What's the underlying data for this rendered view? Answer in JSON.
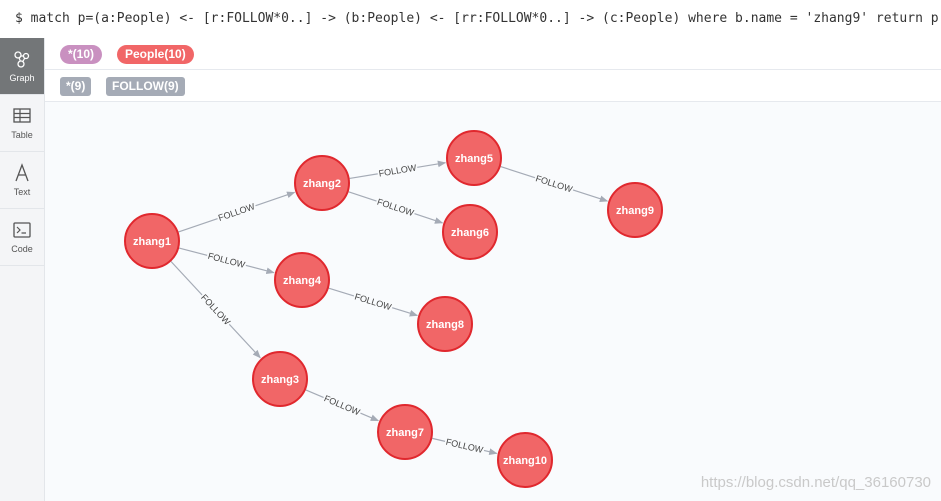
{
  "query": "$ match p=(a:People) <- [r:FOLLOW*0..] -> (b:People) <- [rr:FOLLOW*0..] -> (c:People) where b.name = 'zhang9' return p",
  "sidebar": {
    "items": [
      {
        "label": "Graph",
        "icon": "graph-icon",
        "active": true
      },
      {
        "label": "Table",
        "icon": "table-icon",
        "active": false
      },
      {
        "label": "Text",
        "icon": "text-icon",
        "active": false
      },
      {
        "label": "Code",
        "icon": "code-icon",
        "active": false
      }
    ]
  },
  "legend": {
    "node_labels": [
      {
        "text": "*(10)",
        "color": "#c990c0"
      },
      {
        "text": "People(10)",
        "color": "#f16667"
      }
    ],
    "relationship_types": [
      {
        "text": "*(9)",
        "color": "#a5abb6"
      },
      {
        "text": "FOLLOW(9)",
        "color": "#a5abb6"
      }
    ]
  },
  "graph": {
    "node_color": "#f16667",
    "node_border": "#e0282e",
    "edge_color": "#a5abb6",
    "nodes": [
      {
        "id": "zhang1"
      },
      {
        "id": "zhang2"
      },
      {
        "id": "zhang3"
      },
      {
        "id": "zhang4"
      },
      {
        "id": "zhang5"
      },
      {
        "id": "zhang6"
      },
      {
        "id": "zhang7"
      },
      {
        "id": "zhang8"
      },
      {
        "id": "zhang9"
      },
      {
        "id": "zhang10"
      }
    ],
    "edges": [
      {
        "from": "zhang1",
        "to": "zhang2",
        "type": "FOLLOW"
      },
      {
        "from": "zhang1",
        "to": "zhang4",
        "type": "FOLLOW"
      },
      {
        "from": "zhang1",
        "to": "zhang3",
        "type": "FOLLOW"
      },
      {
        "from": "zhang2",
        "to": "zhang5",
        "type": "FOLLOW"
      },
      {
        "from": "zhang2",
        "to": "zhang6",
        "type": "FOLLOW"
      },
      {
        "from": "zhang5",
        "to": "zhang9",
        "type": "FOLLOW"
      },
      {
        "from": "zhang4",
        "to": "zhang8",
        "type": "FOLLOW"
      },
      {
        "from": "zhang3",
        "to": "zhang7",
        "type": "FOLLOW"
      },
      {
        "from": "zhang7",
        "to": "zhang10",
        "type": "FOLLOW"
      }
    ]
  },
  "watermark": "https://blog.csdn.net/qq_36160730"
}
